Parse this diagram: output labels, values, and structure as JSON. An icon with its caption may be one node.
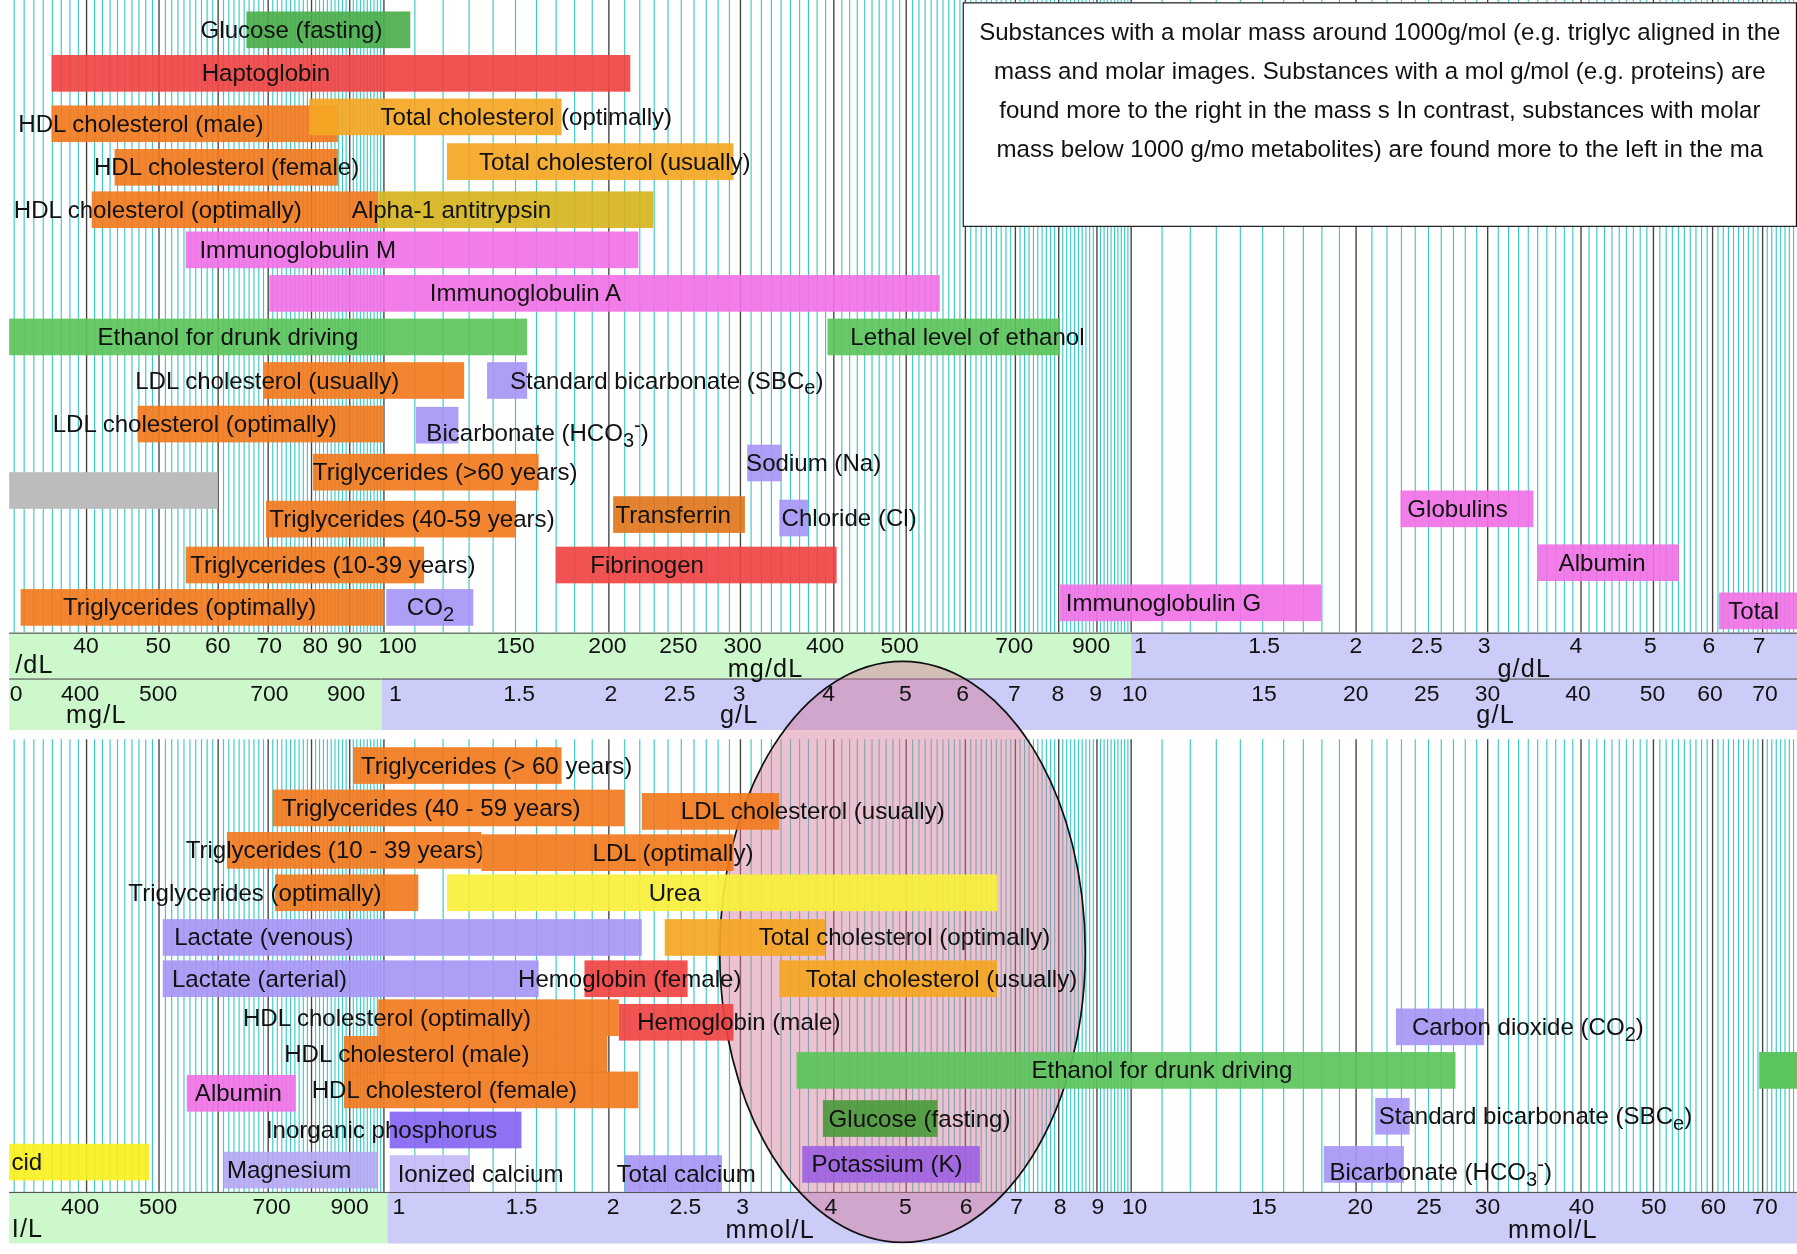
{
  "diagram": {
    "nodes": [
      {
        "text": [
          "Glucose (fasting)"
        ]
      },
      {
        "text": [
          "Haptoglobin"
        ]
      },
      {
        "text": [
          "HDL cholesterol (male)"
        ]
      },
      {
        "text": [
          "Total cholesterol (optimally)"
        ]
      },
      {
        "text": [
          "HDL cholesterol (female)"
        ]
      },
      {
        "text": [
          "Total cholesterol (usually)"
        ]
      },
      {
        "text": [
          "HDL cholesterol (optimally)"
        ]
      },
      {
        "text": [
          "Alpha-1 antitrypsin"
        ]
      },
      {
        "text": [
          "Immunoglobulin M"
        ]
      },
      {
        "text": [
          "Immunoglobulin A"
        ]
      },
      {
        "text": [
          "Ethanol for drunk driving"
        ]
      },
      {
        "text": [
          "Lethal level of ethanol"
        ]
      },
      {
        "text": [
          "LDL cholesterol (usually)"
        ]
      },
      {
        "text": [
          "Standard bicarbonate (SBC$_{e}$)"
        ]
      },
      {
        "text": [
          "LDL cholesterol (optimally)"
        ]
      },
      {
        "text": [
          "Bicarbonate (HCO$_{3}$$^{-}$)"
        ]
      },
      {
        "text": [
          "Sodium (Na)"
        ]
      },
      {
        "text": [],
        "shape": "bar"
      },
      {
        "text": [
          "Triglycerides (>60 years)"
        ]
      },
      {
        "text": [
          "Triglycerides (40-59 years)"
        ]
      },
      {
        "text": [
          "Transferrin"
        ]
      },
      {
        "text": [
          "Chloride (Cl)"
        ]
      },
      {
        "text": [
          "Globulins"
        ]
      },
      {
        "text": [
          "Triglycerides (10-39 years)"
        ]
      },
      {
        "text": [
          "Fibrinogen"
        ]
      },
      {
        "text": [
          "Albumin"
        ]
      },
      {
        "text": [
          "Immunoglobulin G"
        ]
      },
      {
        "text": [
          "Triglycerides (optimally)"
        ]
      },
      {
        "text": [
          "CO$_{2}$"
        ]
      },
      {
        "text": [
          "Total"
        ]
      },
      {
        "text": [
          "Substances with a molar mass around 1000g/mol (e.g. triglyc aligned in the mass and molar images. Substances with a mol g/mol (e.g. proteins) are found more to the right in the mass s In contrast, substances with molar mass below 1000 g/mo metabolites) are found more to the left in the ma"
        ]
      },
      {
        "text": [
          "Triglycerides (> 60 years)"
        ]
      },
      {
        "text": [
          "Triglycerides (40 - 59 years)"
        ]
      },
      {
        "text": [
          "LDL cholesterol (usually)"
        ]
      },
      {
        "text": [
          "Triglycerides (10 - 39 years)"
        ]
      },
      {
        "text": [
          "LDL (optimally)"
        ]
      },
      {
        "text": [
          "Triglycerides (optimally)"
        ]
      },
      {
        "text": [
          "Urea"
        ]
      },
      {
        "text": [
          "Lactate (venous)"
        ]
      },
      {
        "text": [
          "Total cholesterol (optimally)"
        ]
      },
      {
        "text": [
          "Lactate (arterial)"
        ]
      },
      {
        "text": [
          "Hemoglobin (female)"
        ]
      },
      {
        "text": [
          "Total cholesterol (usually)"
        ]
      },
      {
        "text": [
          "HDL cholesterol (optimally)"
        ]
      },
      {
        "text": [
          "Hemoglobin (male)"
        ]
      },
      {
        "text": [
          "Carbon dioxide (CO$_{2}$)"
        ]
      },
      {
        "text": [
          "HDL cholesterol (male)"
        ]
      },
      {
        "text": [
          "Ethanol for drunk driving"
        ]
      },
      {
        "text": [],
        "shape": "bar"
      },
      {
        "text": [
          "Albumin"
        ]
      },
      {
        "text": [
          "HDL cholesterol (female)"
        ]
      },
      {
        "text": [
          "Glucose (fasting)"
        ]
      },
      {
        "text": [
          "Standard bicarbonate (SBC$_{e}$)"
        ]
      },
      {
        "text": [
          "Inorganic phosphorus"
        ]
      },
      {
        "text": [
          "cid"
        ]
      },
      {
        "text": [
          "Magnesium"
        ]
      },
      {
        "text": [
          "Ionized calcium"
        ]
      },
      {
        "text": [
          "Total calcium"
        ]
      },
      {
        "text": [
          "Potassium (K)"
        ]
      },
      {
        "text": [
          "Bicarbonate (HCO$_{3}$$^{-}$)"
        ]
      }
    ],
    "labels": [
      "/dL",
      "40",
      "50",
      "60",
      "70",
      "80",
      "90",
      "100",
      "150",
      "200",
      "250",
      "300",
      "mg/dL",
      "400",
      "500",
      "700",
      "900",
      "1",
      "1.5",
      "2",
      "2.5",
      "3",
      "g/dL",
      "4",
      "5",
      "6",
      "7",
      "0",
      "400",
      "500",
      "mg/L",
      "700",
      "900",
      "1",
      "1.5",
      "2",
      "2.5",
      "3",
      "g/L",
      "4",
      "5",
      "6",
      "7",
      "8",
      "9",
      "10",
      "15",
      "20",
      "25",
      "30",
      "g/L",
      "40",
      "50",
      "60",
      "70",
      "I/L",
      "400",
      "500",
      "700",
      "900",
      "1",
      "1.5",
      "2",
      "2.5",
      "3",
      "mmol/L",
      "4",
      "5",
      "6",
      "7",
      "8",
      "9",
      "10",
      "15",
      "20",
      "25",
      "30",
      "mmol/L",
      "40",
      "50",
      "60",
      "70"
    ]
  }
}
